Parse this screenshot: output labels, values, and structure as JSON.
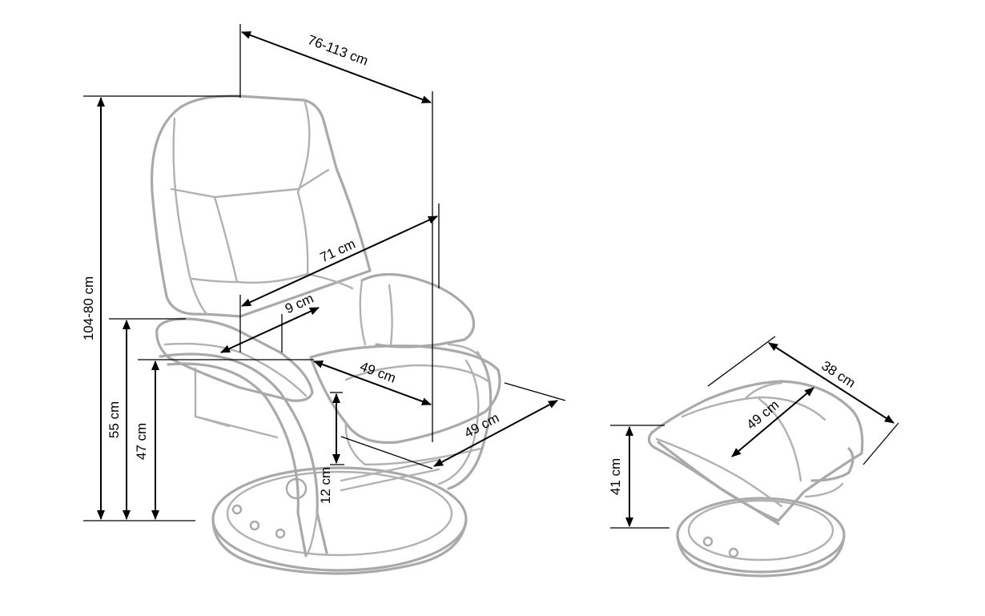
{
  "dimensions": {
    "depth": "76-113 cm",
    "height": "104-80 cm",
    "seat_width": "71 cm",
    "armrest_height": "55 cm",
    "seat_height": "47 cm",
    "seat_depth": "49 cm",
    "armrest_width": "9 cm",
    "base_width": "49 cm",
    "base_clearance": "12 cm",
    "ottoman_depth": "38 cm",
    "ottoman_width": "49 cm",
    "ottoman_height": "41 cm"
  }
}
